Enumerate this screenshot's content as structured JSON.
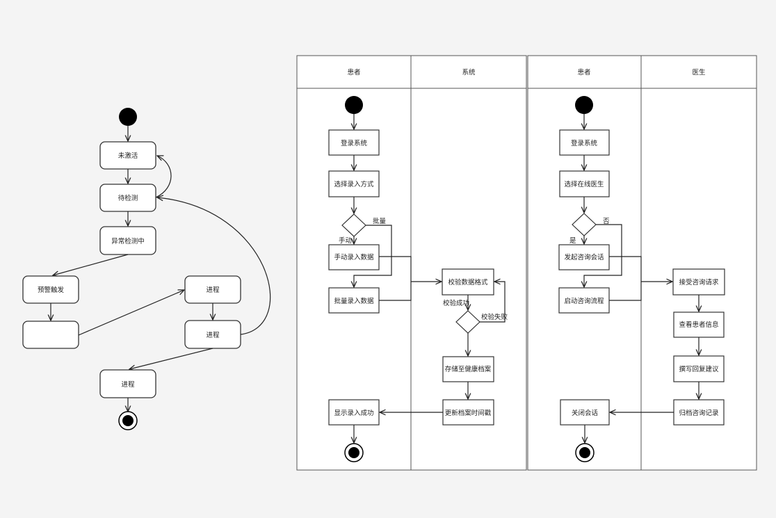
{
  "state_diagram": {
    "states": [
      "未激活",
      "待检测",
      "异常检测中",
      "预警触发",
      "",
      "进程",
      "进程",
      "进程"
    ]
  },
  "swimlane_1": {
    "lanes": [
      "患者",
      "系统"
    ],
    "nodes": [
      "登录系统",
      "选择录入方式",
      "手动录入数据",
      "批量录入数据",
      "校验数据格式",
      "存储至健康档案",
      "更新档案时间戳",
      "显示录入成功"
    ],
    "labels": {
      "batch": "批量",
      "manual": "手动",
      "valid": "校验成功",
      "invalid": "校验失败"
    }
  },
  "swimlane_2": {
    "lanes": [
      "患者",
      "医生"
    ],
    "nodes": [
      "登录系统",
      "选择在线医生",
      "发起咨询会话",
      "启动咨询流程",
      "接受咨询请求",
      "查看患者信息",
      "撰写回复建议",
      "归档咨询记录",
      "关闭会话"
    ],
    "labels": {
      "no": "否",
      "yes": "是"
    }
  }
}
